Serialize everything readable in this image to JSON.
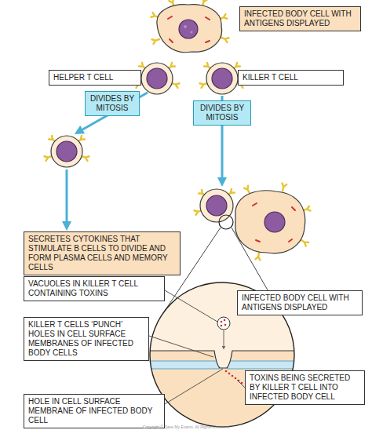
{
  "diagram": {
    "nodes": [
      {
        "text": [
          "INFECTED BODY CELL WITH ANTIGENS DISPLAYED"
        ]
      },
      {
        "text": [
          "HELPER T CELL"
        ]
      },
      {
        "text": [
          "KILLER T CELL"
        ]
      },
      {
        "text": [
          "DIVIDES BY MITOSIS"
        ]
      },
      {
        "text": [
          "DIVIDES BY MITOSIS"
        ]
      },
      {
        "text": [
          "SECRETES CYTOKINES THAT STIMULATE B CELLS TO DIVIDE AND FORM PLASMA CELLS AND MEMORY CELLS"
        ]
      },
      {
        "text": [
          "VACUOLES IN KILLER T CELL CONTAINING TOXINS"
        ]
      },
      {
        "text": [
          "INFECTED BODY CELL WITH ANTIGENS DISPLAYED"
        ]
      },
      {
        "text": [
          "KILLER T CELLS ‘PUNCH’ HOLES IN CELL SURFACE MEMBRANES OF INFECTED BODY CELLS"
        ]
      },
      {
        "text": [
          "HOLE IN CELL SURFACE MEMBRANE OF INFECTED BODY CELL"
        ]
      },
      {
        "text": [
          "TOXINS BEING SECRETED BY KILLER T CELL INTO INFECTED BODY CELL"
        ]
      }
    ],
    "labels": [
      "Copyright © Save My Exams. All Rights Reserved"
    ]
  }
}
